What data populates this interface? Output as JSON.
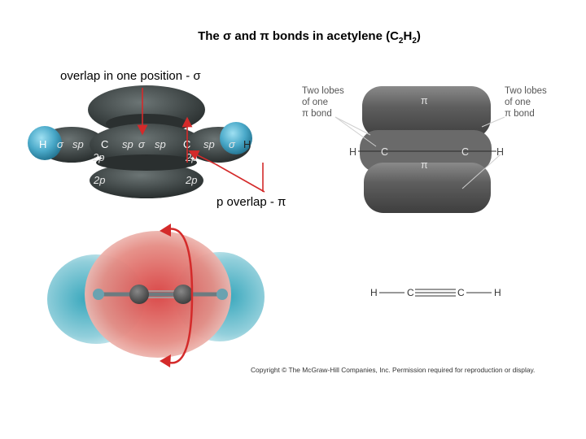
{
  "title": {
    "prefix": "The ",
    "sigma": "σ",
    "and": " and ",
    "pi": "π",
    "suffix": " bonds in acetylene (C",
    "sub1": "2",
    "mid": "H",
    "sub2": "2",
    "end": ")"
  },
  "labels": {
    "sigma_overlap": "overlap in one position - σ",
    "p_overlap": "p overlap - π"
  },
  "left_orbital": {
    "H_left": "H",
    "sigma_left": "σ",
    "sp1": "sp",
    "C1": "C",
    "sp2": "sp",
    "sigma_mid": "σ",
    "sp3": "sp",
    "C2": "C",
    "sp4": "sp",
    "sigma_right": "σ",
    "H_right": "H",
    "p_top_left": "2p",
    "p_top_right": "2p",
    "p_bot_left": "2p",
    "p_bot_right": "2p"
  },
  "right_orbital": {
    "lobes_left_1": "Two lobes",
    "lobes_left_2": "of one",
    "lobes_left_3": "π bond",
    "lobes_right_1": "Two lobes",
    "lobes_right_2": "of one",
    "lobes_right_3": "π bond",
    "pi_top": "π",
    "pi_bottom": "π",
    "H_left": "H",
    "C_left": "C",
    "C_right": "C",
    "H_right": "H"
  },
  "structure": {
    "H_left": "H",
    "C_left": "C",
    "C_right": "C",
    "H_right": "H"
  },
  "copyright": "Copyright © The McGraw-Hill Companies, Inc. Permission required for reproduction or display.",
  "colors": {
    "orbital_dark": "#3d4444",
    "orbital_hydrogen": "#4aa9c9",
    "annotation_red": "#d42a2a",
    "right_orbital_gray": "#5e5e5e",
    "epm_red": "#d44848",
    "epm_blue": "#3aa8bd"
  }
}
